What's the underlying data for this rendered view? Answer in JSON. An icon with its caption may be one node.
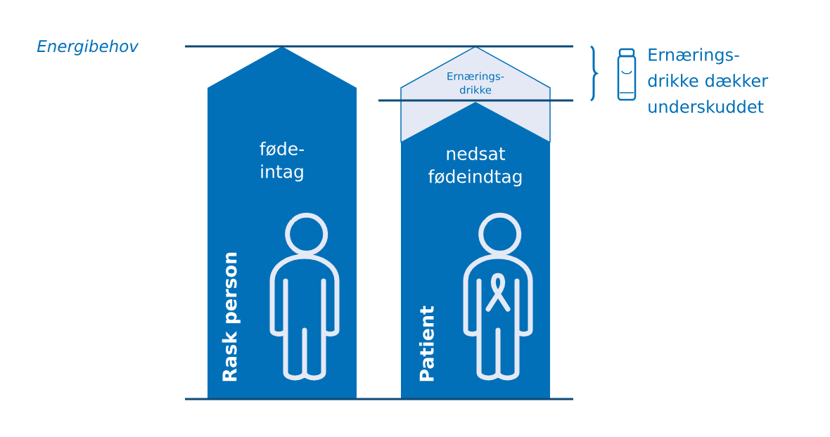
{
  "diagram": {
    "nodes": [
      {
        "text": [
          "føde- intag",
          "Rask person"
        ]
      },
      {
        "text": [
          "Ernærings- drikke"
        ]
      },
      {
        "text": [
          "nedsat fødeindtag",
          "Patient"
        ]
      }
    ],
    "labels": [
      "Energibehov",
      "Ernærings- drikke dækker underskuddet"
    ]
  }
}
